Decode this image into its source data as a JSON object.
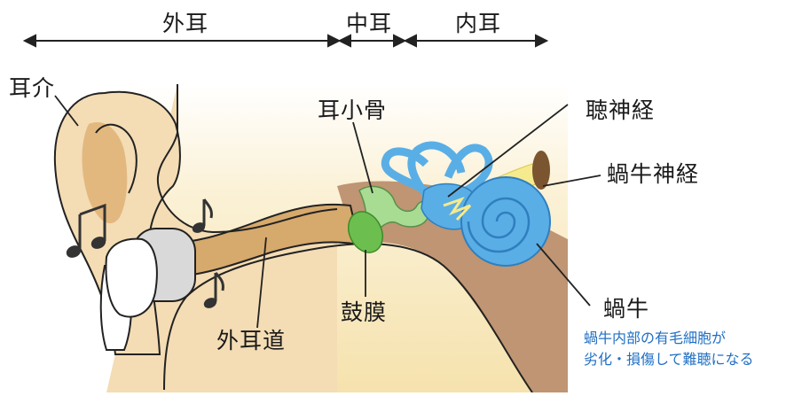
{
  "sections": {
    "outer": "外耳",
    "middle": "中耳",
    "inner": "内耳"
  },
  "labels": {
    "pinna": "耳介",
    "ossicles": "耳小骨",
    "auditory_nerve": "聴神経",
    "cochlear_nerve": "蝸牛神経",
    "ear_canal": "外耳道",
    "eardrum": "鼓膜",
    "cochlea": "蝸牛"
  },
  "note": {
    "line1": "蝸牛内部の有毛細胞が",
    "line2": "劣化・損傷して難聴になる"
  },
  "colors": {
    "skin": "#f4dcb4",
    "skin_shadow": "#e2b87f",
    "canal": "#d6a96c",
    "tissue": "#c7a37c",
    "background_tissue": "#f5e7bd",
    "bone_brown": "#b78a6c",
    "ossicle_green": "#8ed07a",
    "eardrum_green": "#6cbf4f",
    "cochlea_blue": "#5aaee6",
    "nerve_yellow": "#f6ea8e",
    "earphone": "#ffffff",
    "earbud_gray": "#d9d9d9",
    "note_blue": "#1f6fc4"
  },
  "icons": [
    "music-note-icon",
    "music-note-icon",
    "music-note-icon"
  ]
}
